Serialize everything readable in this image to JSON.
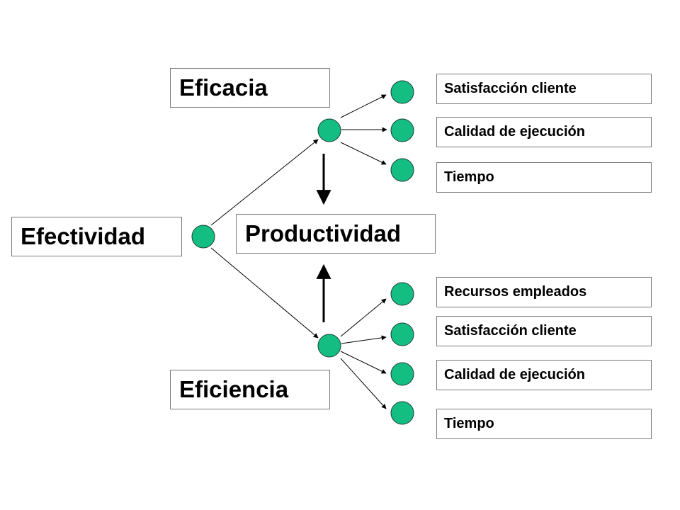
{
  "colors": {
    "node_fill": "#14be82",
    "node_stroke": "#1b3d36",
    "edge": "#000000",
    "box_border": "#7a7a7a"
  },
  "labels": {
    "efectividad": "Efectividad",
    "eficacia": "Eficacia",
    "productividad": "Productividad",
    "eficiencia": "Eficiencia"
  },
  "eficacia_items": [
    "Satisfacción cliente",
    "Calidad de ejecución",
    "Tiempo"
  ],
  "eficiencia_items": [
    "Recursos empleados",
    "Satisfacción cliente",
    "Calidad de ejecución",
    "Tiempo"
  ]
}
